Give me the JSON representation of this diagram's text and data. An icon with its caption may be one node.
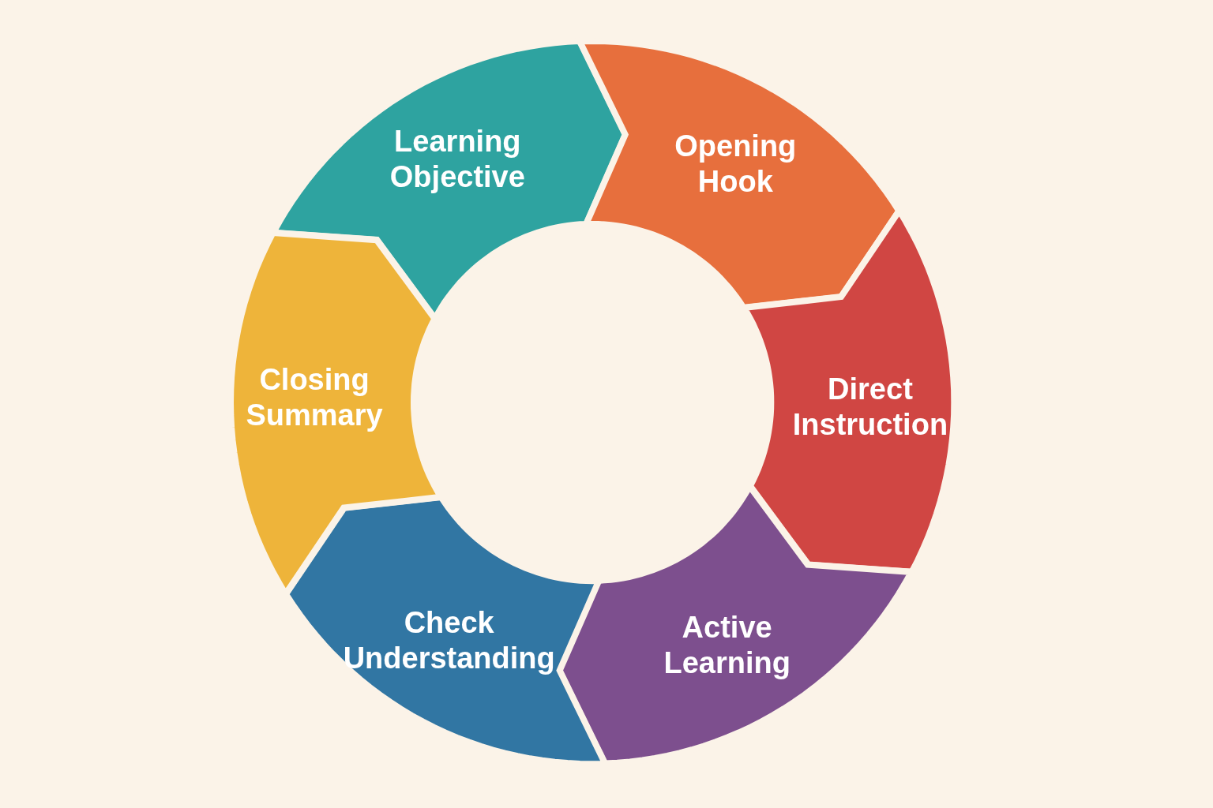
{
  "diagram": {
    "nodes": [
      {
        "text": [
          "Learning Objective"
        ]
      },
      {
        "text": [
          "Opening Hook"
        ]
      },
      {
        "text": [
          "Direct Instruction"
        ]
      },
      {
        "text": [
          "Active Learning"
        ]
      },
      {
        "text": [
          "Check Understanding"
        ]
      },
      {
        "text": [
          "Closing Summary"
        ]
      }
    ]
  }
}
